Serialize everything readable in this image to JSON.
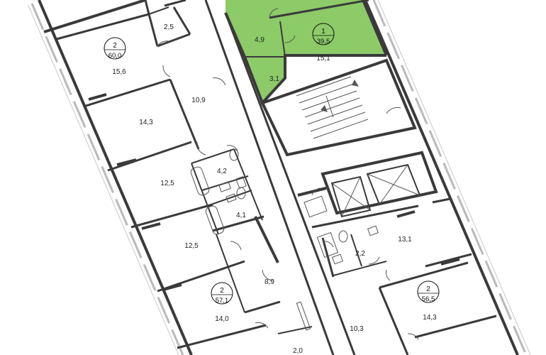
{
  "colors": {
    "wall": "#3a3a3a",
    "window": "#b9b9b9",
    "selected_fill": "#8ccb68",
    "thin_line": "#777777"
  },
  "apartments": [
    {
      "number": "1",
      "area": "39,5",
      "selected": true
    },
    {
      "number": "2",
      "area": "60,0",
      "selected": false
    },
    {
      "number": "2",
      "area": "57,1",
      "selected": false
    },
    {
      "number": "2",
      "area": "56,5",
      "selected": false
    }
  ],
  "rooms": [
    "2,5",
    "15,6",
    "10,9",
    "14,3",
    "4,2",
    "12,5",
    "4,1",
    "12,5",
    "8,9",
    "14,0",
    "2,0",
    "4,9",
    "15,1",
    "3,1",
    "13,1",
    "2,2",
    "10,3",
    "14,3"
  ]
}
